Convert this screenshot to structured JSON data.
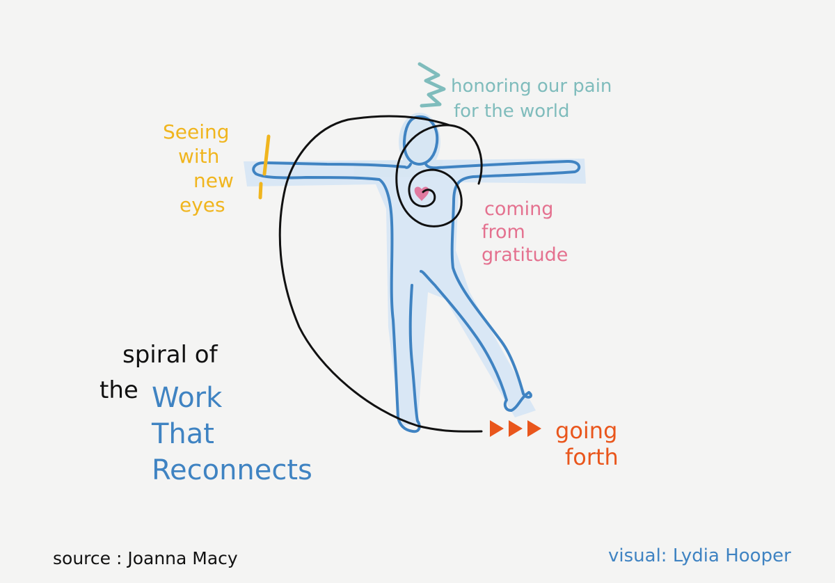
{
  "stages": {
    "pain": [
      "honoring our pain",
      "for the world"
    ],
    "seeing": [
      "Seeing",
      "with",
      "new",
      "eyes"
    ],
    "gratitude": [
      "coming",
      "from",
      "gratitude"
    ],
    "forth": [
      "going",
      "forth"
    ]
  },
  "title": {
    "line1": "spiral of",
    "line2": "the",
    "highlight": [
      "Work",
      "That",
      "Reconnects"
    ]
  },
  "credits": {
    "source": "source : Joanna Macy",
    "visual": "visual: Lydia Hooper"
  },
  "colors": {
    "pain": "#7fbcbc",
    "seeing": "#f0b51e",
    "gratitude": "#e4718f",
    "forth": "#e9561c",
    "body_outline": "#3f83c2",
    "body_fill": "#cfe2f3",
    "spiral": "#111111",
    "background": "#f4f4f3"
  }
}
